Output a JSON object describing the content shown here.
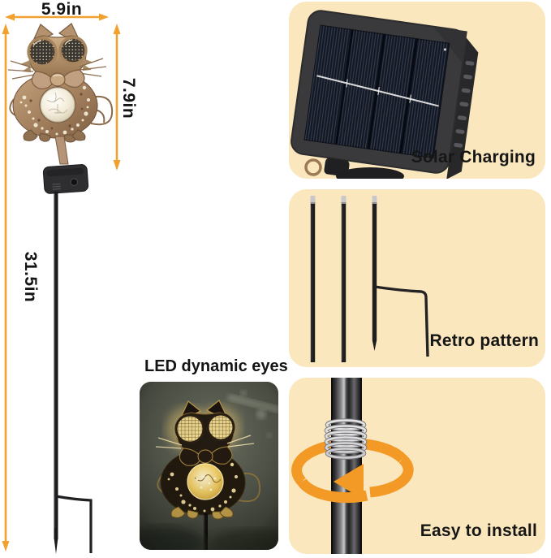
{
  "dimensions": {
    "width": "5.9in",
    "lamp_height": "7.9in",
    "stake_height": "31.5in"
  },
  "led_feature": {
    "label": "LED dynamic eyes"
  },
  "features": [
    {
      "id": "solar",
      "label": "Solar Charging"
    },
    {
      "id": "retro",
      "label": "Retro pattern"
    },
    {
      "id": "install",
      "label": "Easy to install"
    }
  ],
  "icons": {
    "dimension_arrow": "double-headed-measure-arrow",
    "rotation_arrow": "circular-rotate-arrow"
  },
  "colors": {
    "background": "#ffffff",
    "panel_background": "#fbe7bd",
    "measure_arrow": "#f2a12e",
    "rotate_arrow": "#f39a26",
    "text": "#141414",
    "metal_bronze": "#b4906c",
    "stake_black": "#1b1b1d",
    "night_glow": "#ffd978"
  }
}
